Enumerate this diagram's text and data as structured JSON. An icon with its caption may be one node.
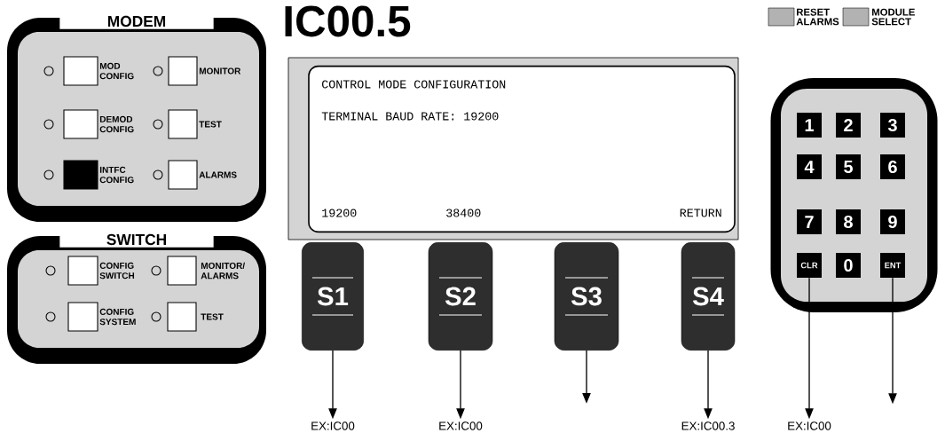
{
  "diagram": {
    "title": "IC00.5",
    "nodes": [
      {
        "text": [
          "MODEM"
        ]
      },
      {
        "text": [
          "MOD CONFIG"
        ],
        "in": 0
      },
      {
        "text": [
          "MONITOR"
        ],
        "in": 0
      },
      {
        "text": [
          "DEMOD CONFIG"
        ],
        "in": 0
      },
      {
        "text": [
          "TEST"
        ],
        "in": 0
      },
      {
        "text": [
          "INTFC CONFIG"
        ],
        "in": 0
      },
      {
        "text": [
          "ALARMS"
        ],
        "in": 0
      },
      {
        "text": [
          "SWITCH"
        ]
      },
      {
        "text": [
          "CONFIG SWITCH"
        ],
        "in": 7
      },
      {
        "text": [
          "MONITOR/ ALARMS"
        ],
        "in": 7
      },
      {
        "text": [
          "CONFIG SYSTEM"
        ],
        "in": 7
      },
      {
        "text": [
          "TEST"
        ],
        "in": 7
      },
      {
        "text": [
          "CONTROL MODE CONFIGURATION",
          "TERMINAL BAUD RATE: 19200",
          "19200",
          "38400",
          "RETURN"
        ]
      },
      {
        "text": [
          "S1"
        ]
      },
      {
        "text": [
          "S2"
        ]
      },
      {
        "text": [
          "S3"
        ]
      },
      {
        "text": [
          "S4"
        ]
      },
      {
        "text": [
          "RESET ALARMS"
        ]
      },
      {
        "text": [
          "MODULE SELECT"
        ]
      },
      {
        "text": [],
        "shape": "box"
      },
      {
        "text": [
          "1"
        ],
        "in": 19
      },
      {
        "text": [
          "2"
        ],
        "in": 19
      },
      {
        "text": [
          "3"
        ],
        "in": 19
      },
      {
        "text": [
          "4"
        ],
        "in": 19
      },
      {
        "text": [
          "5"
        ],
        "in": 19
      },
      {
        "text": [
          "6"
        ],
        "in": 19
      },
      {
        "text": [
          "7"
        ],
        "in": 19
      },
      {
        "text": [
          "8"
        ],
        "in": 19
      },
      {
        "text": [
          "9"
        ],
        "in": 19
      },
      {
        "text": [
          "CLR"
        ],
        "in": 19
      },
      {
        "text": [
          "0"
        ],
        "in": 19
      },
      {
        "text": [
          "ENT"
        ],
        "in": 19
      },
      {
        "text": [
          "EX:IC00"
        ]
      },
      {
        "text": [
          "EX:IC00"
        ]
      },
      {
        "text": [
          "EX:IC00.3"
        ]
      },
      {
        "text": [
          "EX:IC00"
        ]
      }
    ],
    "edges": [
      {
        "from": 13,
        "to": 32,
        "arrow": "to"
      },
      {
        "from": 14,
        "to": 33,
        "arrow": "to"
      },
      {
        "from": 15,
        "to": null,
        "arrow": "to"
      },
      {
        "from": 16,
        "to": 34,
        "arrow": "to"
      },
      {
        "from": 29,
        "to": 35,
        "arrow": "to"
      },
      {
        "from": 31,
        "to": null,
        "arrow": "to"
      }
    ]
  }
}
